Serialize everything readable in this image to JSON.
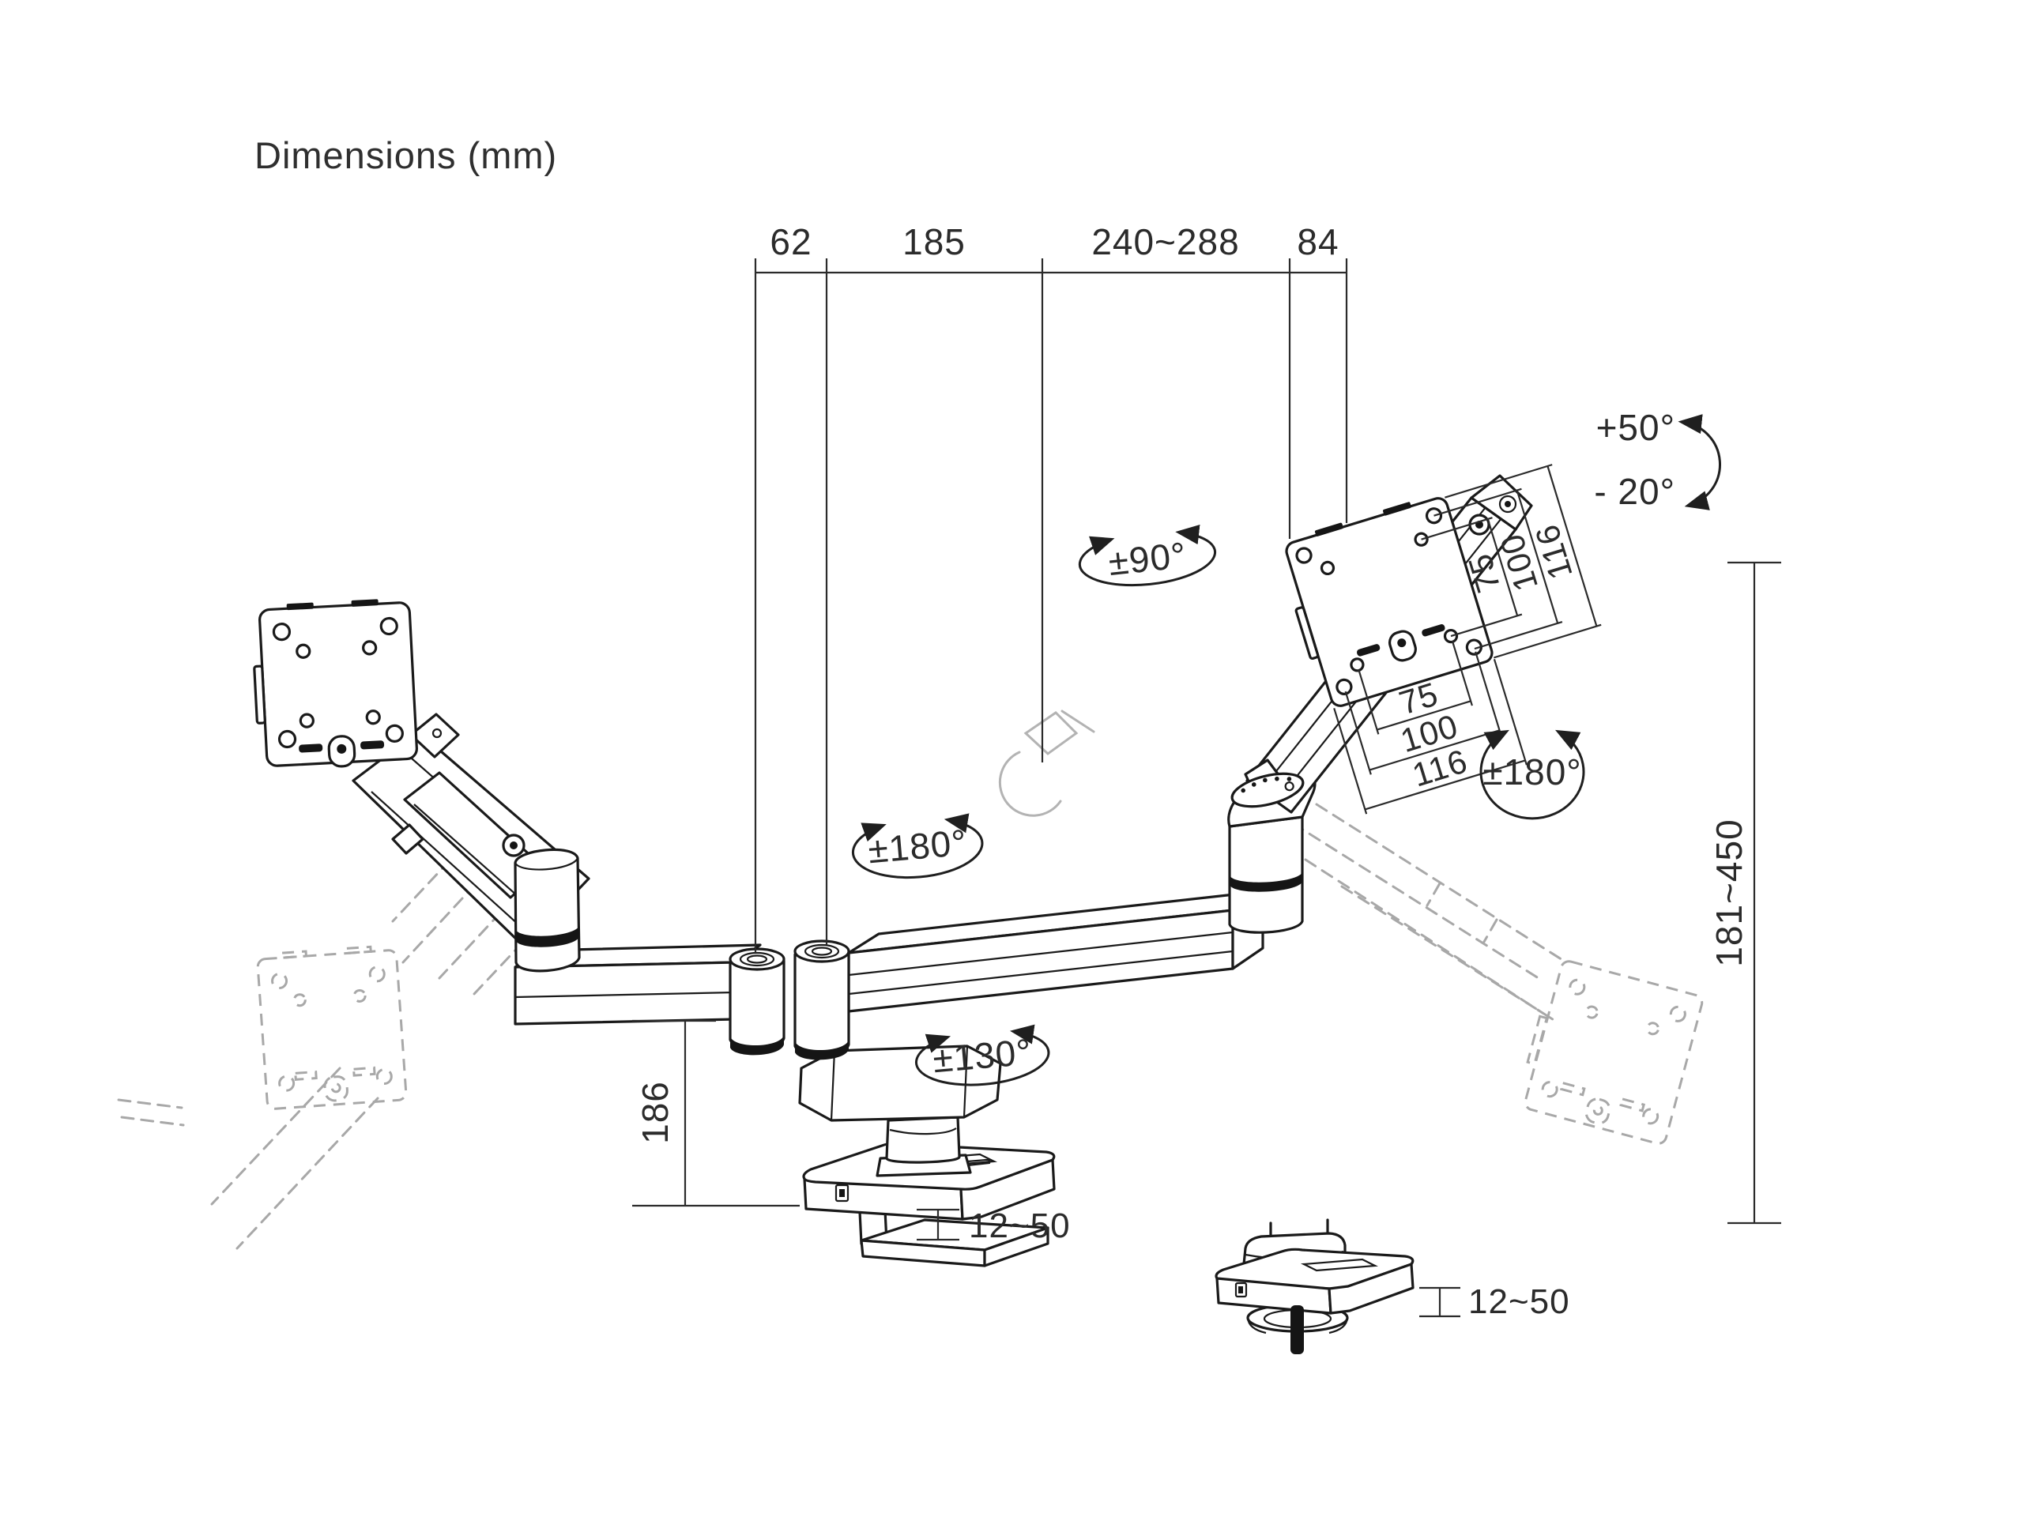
{
  "title": "Dimensions (mm)",
  "colors": {
    "line": "#1a1a1a",
    "dimension": "#2b2b2b",
    "ghost": "#a8a8a8",
    "background": "#ffffff"
  },
  "dimensions": {
    "top": [
      "62",
      "185",
      "240~288",
      "84"
    ],
    "height_range": "181~450",
    "column_height": "186",
    "desk_thickness": [
      "12~50",
      "12~50"
    ],
    "vesa_vertical": [
      "75",
      "100",
      "116"
    ],
    "vesa_horizontal": [
      "75",
      "100",
      "116"
    ]
  },
  "rotations": {
    "tilt_up": "+50°",
    "tilt_down": "- 20°",
    "head_swivel": "±90°",
    "monitor_rotation": "±180°",
    "arm_rotation": "±180°",
    "base_rotation": "±130°"
  }
}
